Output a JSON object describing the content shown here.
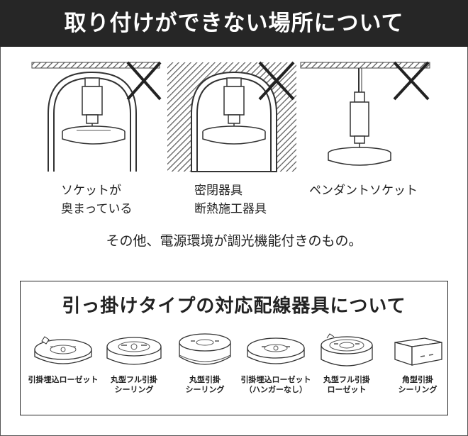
{
  "header": {
    "title": "取り付けができない場所について"
  },
  "cases": [
    {
      "line1": "ソケットが",
      "line2": "奥まっている"
    },
    {
      "line1": "密閉器具",
      "line2": "断熱施工器具"
    },
    {
      "line1": "ペンダントソケット",
      "line2": ""
    }
  ],
  "note": "その他、電源環境が調光機能付きのもの。",
  "fixtures": {
    "title": "引っ掛けタイプの対応配線器具について",
    "items": [
      {
        "line1": "引掛埋込ローゼット",
        "line2": ""
      },
      {
        "line1": "丸型フル引掛",
        "line2": "シーリング"
      },
      {
        "line1": "丸型引掛",
        "line2": "シーリング"
      },
      {
        "line1": "引掛埋込ローゼット",
        "line2": "（ハンガーなし）"
      },
      {
        "line1": "丸型フル引掛",
        "line2": "ローゼット"
      },
      {
        "line1": "角型引掛",
        "line2": "シーリング"
      }
    ]
  }
}
